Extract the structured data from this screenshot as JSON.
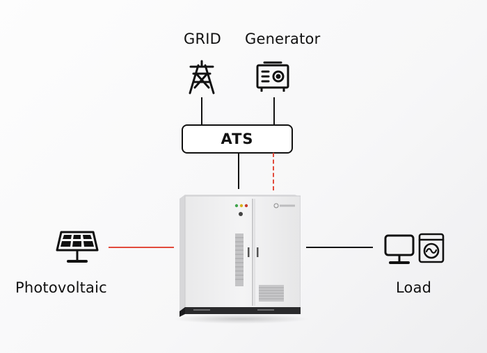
{
  "nodes": {
    "grid": "GRID",
    "generator": "Generator",
    "ats": "ATS",
    "photovoltaic": "Photovoltaic",
    "load": "Load"
  },
  "colors": {
    "line": "#111111",
    "accent_line": "#e24a3b"
  },
  "icons": {
    "grid": "power-tower-icon",
    "generator": "generator-icon",
    "photovoltaic": "solar-panel-icon",
    "load_monitor": "monitor-icon",
    "load_washer": "washing-machine-icon",
    "storage": "energy-storage-cabinet"
  }
}
